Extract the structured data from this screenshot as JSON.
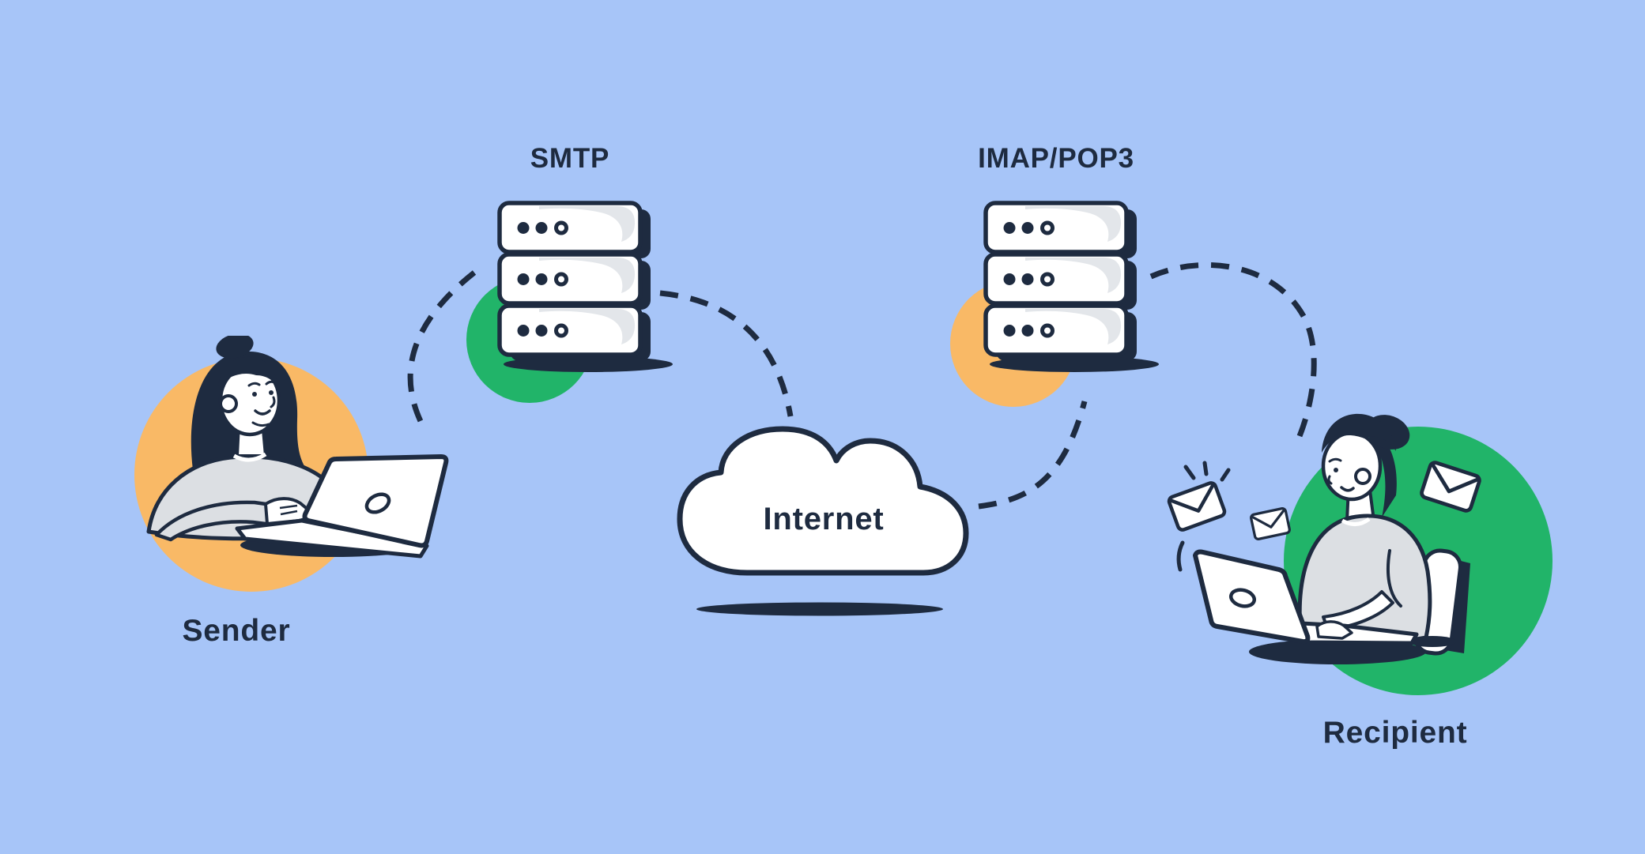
{
  "labels": {
    "smtp_server": "SMTP",
    "imap_server": "IMAP/POP3",
    "internet_cloud": "Internet",
    "sender": "Sender",
    "recipient": "Recipient"
  },
  "nodes": [
    {
      "id": "sender",
      "label": "Sender",
      "icon": "person-at-laptop-illustration",
      "accent_circle_color": "#F9B966"
    },
    {
      "id": "smtp-server",
      "label": "SMTP",
      "icon": "server-stack-icon",
      "accent_circle_color": "#21B469"
    },
    {
      "id": "internet",
      "label": "Internet",
      "icon": "cloud-icon",
      "accent_circle_color": null
    },
    {
      "id": "imap-server",
      "label": "IMAP/POP3",
      "icon": "server-stack-icon",
      "accent_circle_color": "#F9B966"
    },
    {
      "id": "recipient",
      "label": "Recipient",
      "icon": "person-at-laptop-illustration",
      "accent_circle_color": "#21B469"
    }
  ],
  "connections": [
    {
      "from": "sender",
      "to": "smtp-server",
      "style": "dashed"
    },
    {
      "from": "smtp-server",
      "to": "internet",
      "style": "dashed"
    },
    {
      "from": "internet",
      "to": "imap-server",
      "style": "dashed"
    },
    {
      "from": "imap-server",
      "to": "recipient",
      "style": "dashed"
    }
  ],
  "decorations": {
    "envelope_icons_count": 3,
    "sparkle_lines_count": 3
  },
  "colors": {
    "background": "#A7C5F8",
    "outline_navy": "#1E2B40",
    "accent_orange": "#F9B966",
    "accent_green": "#21B469",
    "server_shade_gray": "#E3E6EA",
    "shirt_gray": "#DCDFE3",
    "white": "#FFFFFF"
  }
}
